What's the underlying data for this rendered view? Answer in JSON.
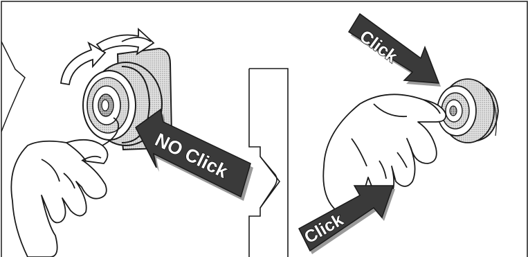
{
  "labels": {
    "no_click": "NO Click",
    "click_top": "Click",
    "click_bottom": "Click"
  },
  "colors": {
    "line": "#1a1a1a",
    "arrow_fill": "#3a3a3a",
    "arrow_shadow": "#9a9a9a",
    "spool_shade": "#d6d6d6",
    "background": "#ffffff"
  },
  "icons": [
    "hand-icon",
    "spool-icon",
    "rotation-arrows-icon",
    "step-arrow-icon"
  ]
}
